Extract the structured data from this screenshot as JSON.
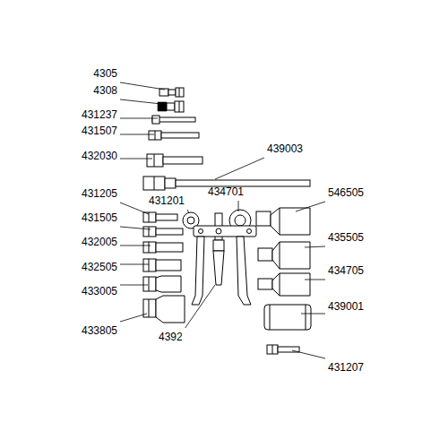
{
  "diagram": {
    "labels": [
      "4305",
      "4308",
      "431237",
      "431507",
      "432030",
      "439003",
      "431205",
      "431201",
      "434701",
      "546505",
      "431505",
      "435505",
      "432005",
      "434705",
      "432505",
      "433005",
      "439001",
      "433805",
      "4392",
      "431207"
    ]
  }
}
